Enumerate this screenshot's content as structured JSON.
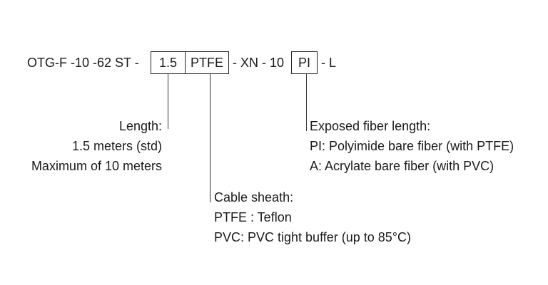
{
  "part_number": {
    "prefix": "OTG-F -10 -62 ST -",
    "length_code": "1.5",
    "sheath_code": "PTFE",
    "middle": "- XN - 10",
    "fiber_code": "PI",
    "suffix": "- L"
  },
  "length_info": {
    "title": "Length:",
    "lines": [
      "1.5 meters (std)",
      "Maximum of 10 meters"
    ]
  },
  "sheath_info": {
    "title": "Cable sheath:",
    "lines": [
      "PTFE : Teflon",
      "PVC: PVC tight buffer (up to 85°C)"
    ]
  },
  "fiber_info": {
    "title": "Exposed fiber length:",
    "lines": [
      "PI: Polyimide bare fiber (with PTFE)",
      "A: Acrylate bare fiber (with PVC)"
    ]
  }
}
